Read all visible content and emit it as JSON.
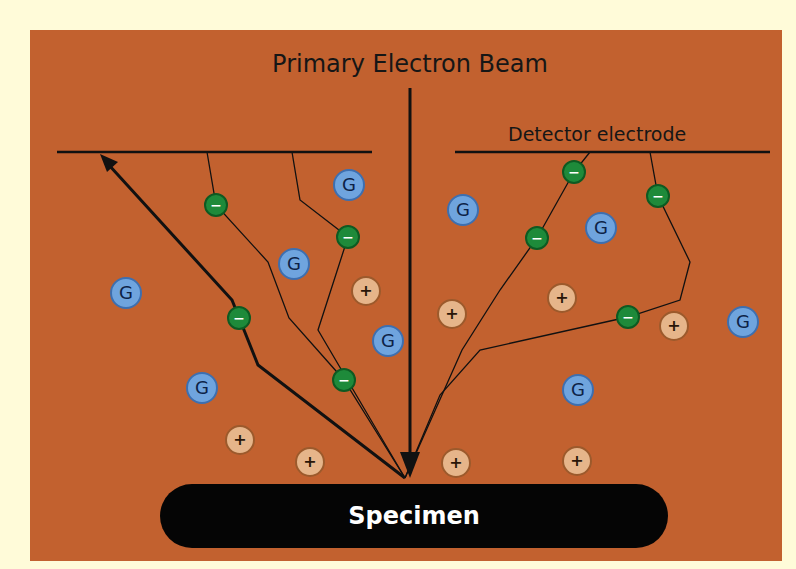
{
  "diagram": {
    "nodes": [
      {
        "text": [
          "−"
        ]
      },
      {
        "text": [
          "G"
        ]
      },
      {
        "text": [
          "−"
        ]
      },
      {
        "text": [
          "−"
        ]
      },
      {
        "text": [
          "G"
        ]
      },
      {
        "text": [
          "G"
        ]
      },
      {
        "text": [
          "−"
        ]
      },
      {
        "text": [
          "−"
        ]
      },
      {
        "text": [
          "G"
        ]
      },
      {
        "text": [
          "+"
        ]
      },
      {
        "text": [
          "G"
        ]
      },
      {
        "text": [
          "+"
        ]
      },
      {
        "text": [
          "+"
        ]
      },
      {
        "text": [
          "−"
        ]
      },
      {
        "text": [
          "−"
        ]
      },
      {
        "text": [
          "G"
        ]
      },
      {
        "text": [
          "+"
        ]
      },
      {
        "text": [
          "G"
        ]
      },
      {
        "text": [
          "−"
        ]
      },
      {
        "text": [
          "G"
        ]
      },
      {
        "text": [
          "G"
        ]
      },
      {
        "text": [
          "+"
        ]
      },
      {
        "text": [
          "+"
        ]
      },
      {
        "text": [
          "+"
        ]
      },
      {
        "text": [
          "+"
        ]
      },
      {
        "text": [
          "Specimen"
        ]
      }
    ],
    "labels": [
      "Primary Electron Beam",
      "Detector electrode"
    ]
  }
}
